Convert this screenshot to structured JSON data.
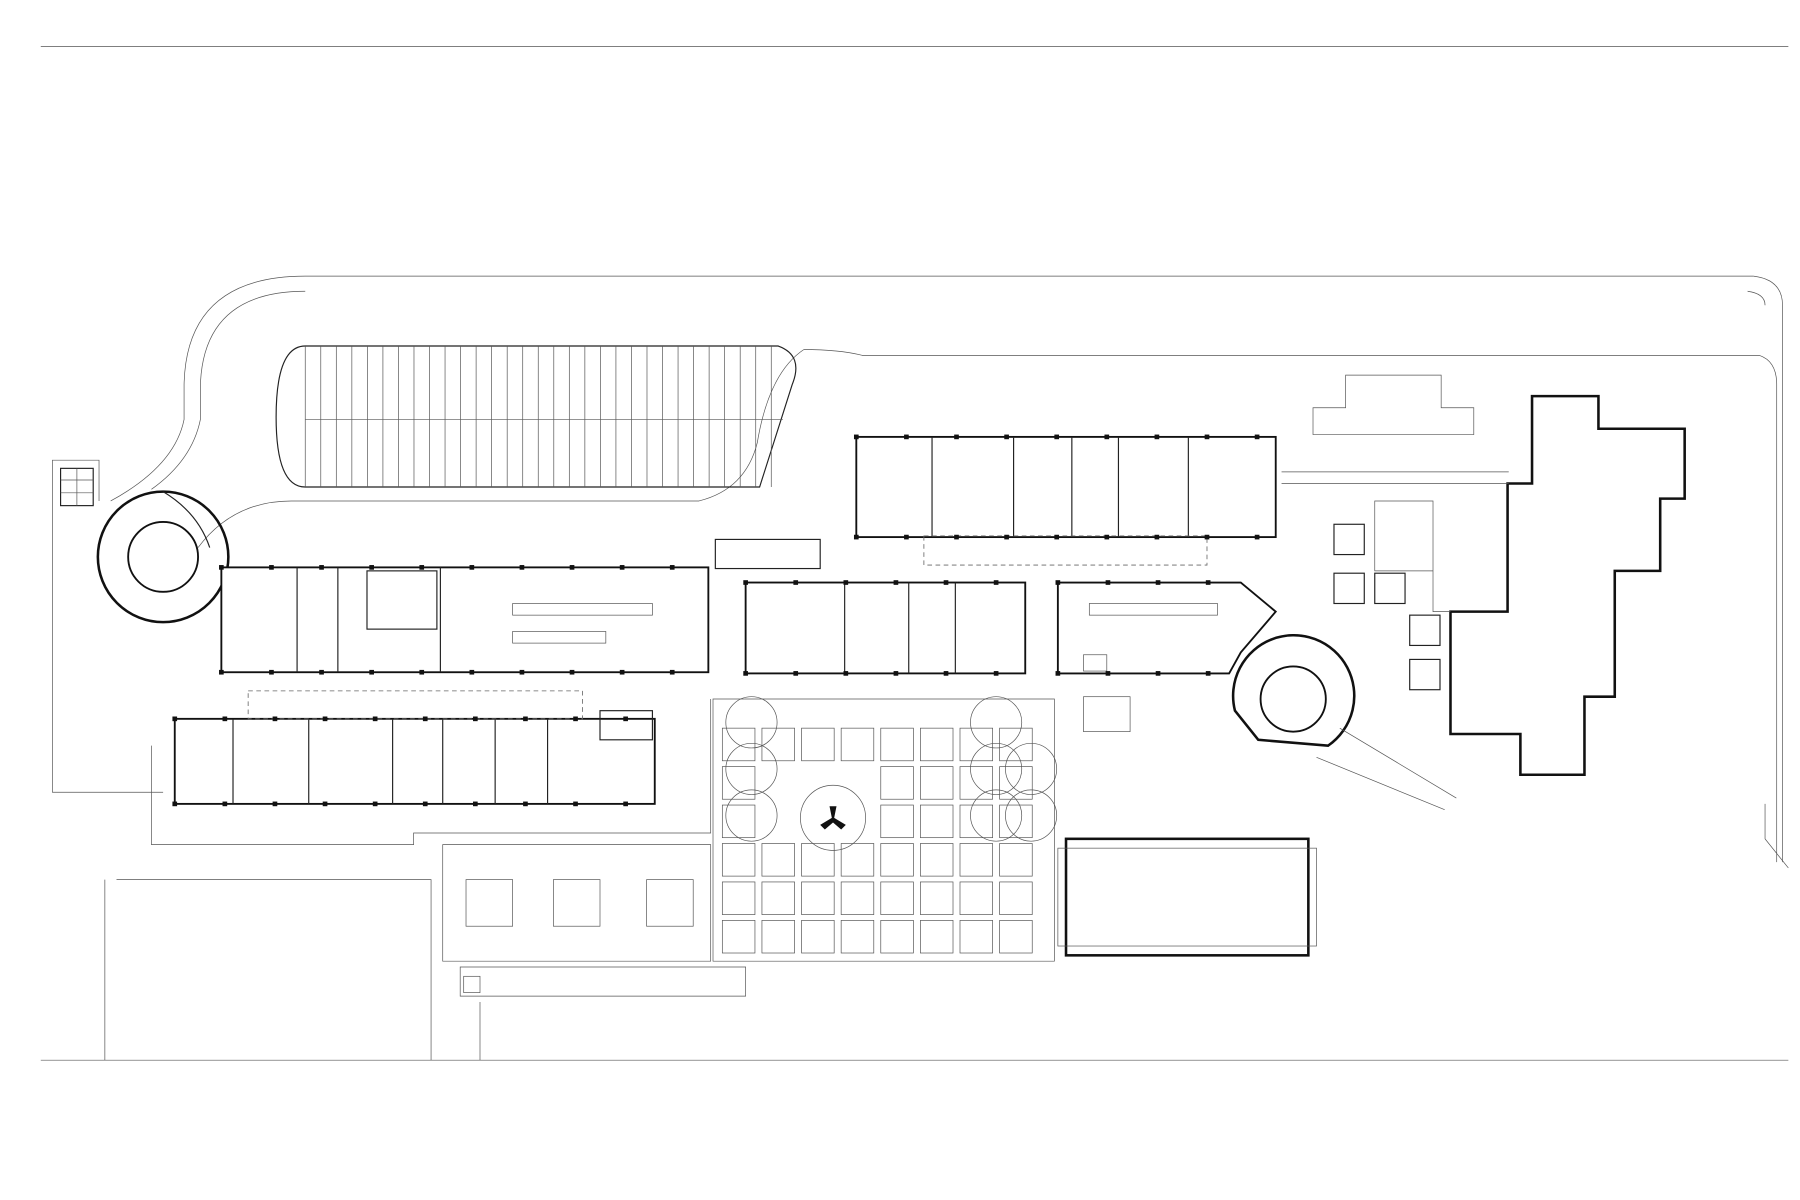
{
  "colors": {
    "ink": "#111111",
    "paper": "#ffffff",
    "fine_line": "#555555"
  },
  "drawing": {
    "plaza_grid": {
      "columns": 8,
      "rows": 6
    },
    "parking_stalls_per_row": 30
  }
}
